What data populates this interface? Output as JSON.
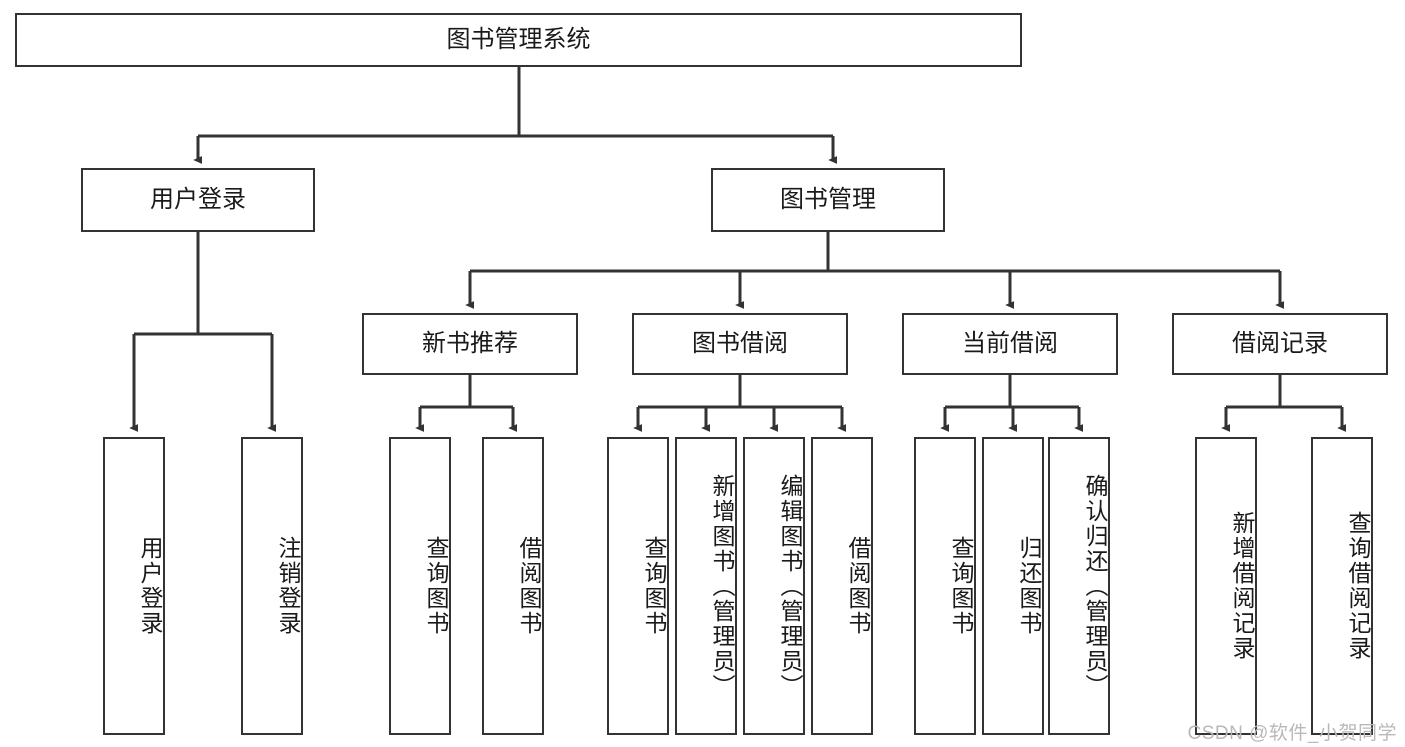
{
  "diagram": {
    "type": "tree",
    "title": "图书管理系统",
    "watermark": "CSDN @软件_小贺同学",
    "colors": {
      "background": "#ffffff",
      "node_fill": "#ffffff",
      "node_stroke": "#333333",
      "edge_stroke": "#333333",
      "text": "#1a1a1a",
      "watermark": "#b9b9b9"
    },
    "nodes": {
      "root": {
        "label": "图书管理系统"
      },
      "level2": [
        {
          "id": "user-login",
          "label": "用户登录"
        },
        {
          "id": "book-manage",
          "label": "图书管理"
        }
      ],
      "level3": [
        {
          "id": "new-book-rec",
          "label": "新书推荐"
        },
        {
          "id": "book-borrow",
          "label": "图书借阅"
        },
        {
          "id": "current-borrow",
          "label": "当前借阅"
        },
        {
          "id": "borrow-record",
          "label": "借阅记录"
        }
      ],
      "leaves": {
        "user-login": [
          {
            "id": "leaf-user-login",
            "label": "用户登录"
          },
          {
            "id": "leaf-logout-login",
            "label": "注销登录"
          }
        ],
        "new-book-rec": [
          {
            "id": "leaf-query-book-1",
            "label": "查询图书"
          },
          {
            "id": "leaf-borrow-book-1",
            "label": "借阅图书"
          }
        ],
        "book-borrow": [
          {
            "id": "leaf-query-book-2",
            "label": "查询图书"
          },
          {
            "id": "leaf-add-book",
            "label": "新增图书（管理员）"
          },
          {
            "id": "leaf-edit-book",
            "label": "编辑图书（管理员）"
          },
          {
            "id": "leaf-borrow-book-2",
            "label": "借阅图书"
          }
        ],
        "current-borrow": [
          {
            "id": "leaf-query-book-3",
            "label": "查询图书"
          },
          {
            "id": "leaf-return-book",
            "label": "归还图书"
          },
          {
            "id": "leaf-confirm-return",
            "label": "确认归还（管理员）"
          }
        ],
        "borrow-record": [
          {
            "id": "leaf-add-record",
            "label": "新增借阅记录"
          },
          {
            "id": "leaf-query-record",
            "label": "查询借阅记录"
          }
        ]
      }
    },
    "edges": [
      {
        "from": "图书管理系统",
        "to": "用户登录"
      },
      {
        "from": "图书管理系统",
        "to": "图书管理"
      },
      {
        "from": "用户登录",
        "to": "用户登录"
      },
      {
        "from": "用户登录",
        "to": "注销登录"
      },
      {
        "from": "图书管理",
        "to": "新书推荐"
      },
      {
        "from": "图书管理",
        "to": "图书借阅"
      },
      {
        "from": "图书管理",
        "to": "当前借阅"
      },
      {
        "from": "图书管理",
        "to": "借阅记录"
      },
      {
        "from": "新书推荐",
        "to": "查询图书"
      },
      {
        "from": "新书推荐",
        "to": "借阅图书"
      },
      {
        "from": "图书借阅",
        "to": "查询图书"
      },
      {
        "from": "图书借阅",
        "to": "新增图书（管理员）"
      },
      {
        "from": "图书借阅",
        "to": "编辑图书（管理员）"
      },
      {
        "from": "图书借阅",
        "to": "借阅图书"
      },
      {
        "from": "当前借阅",
        "to": "查询图书"
      },
      {
        "from": "当前借阅",
        "to": "归还图书"
      },
      {
        "from": "当前借阅",
        "to": "确认归还（管理员）"
      },
      {
        "from": "借阅记录",
        "to": "新增借阅记录"
      },
      {
        "from": "借阅记录",
        "to": "查询借阅记录"
      }
    ]
  }
}
